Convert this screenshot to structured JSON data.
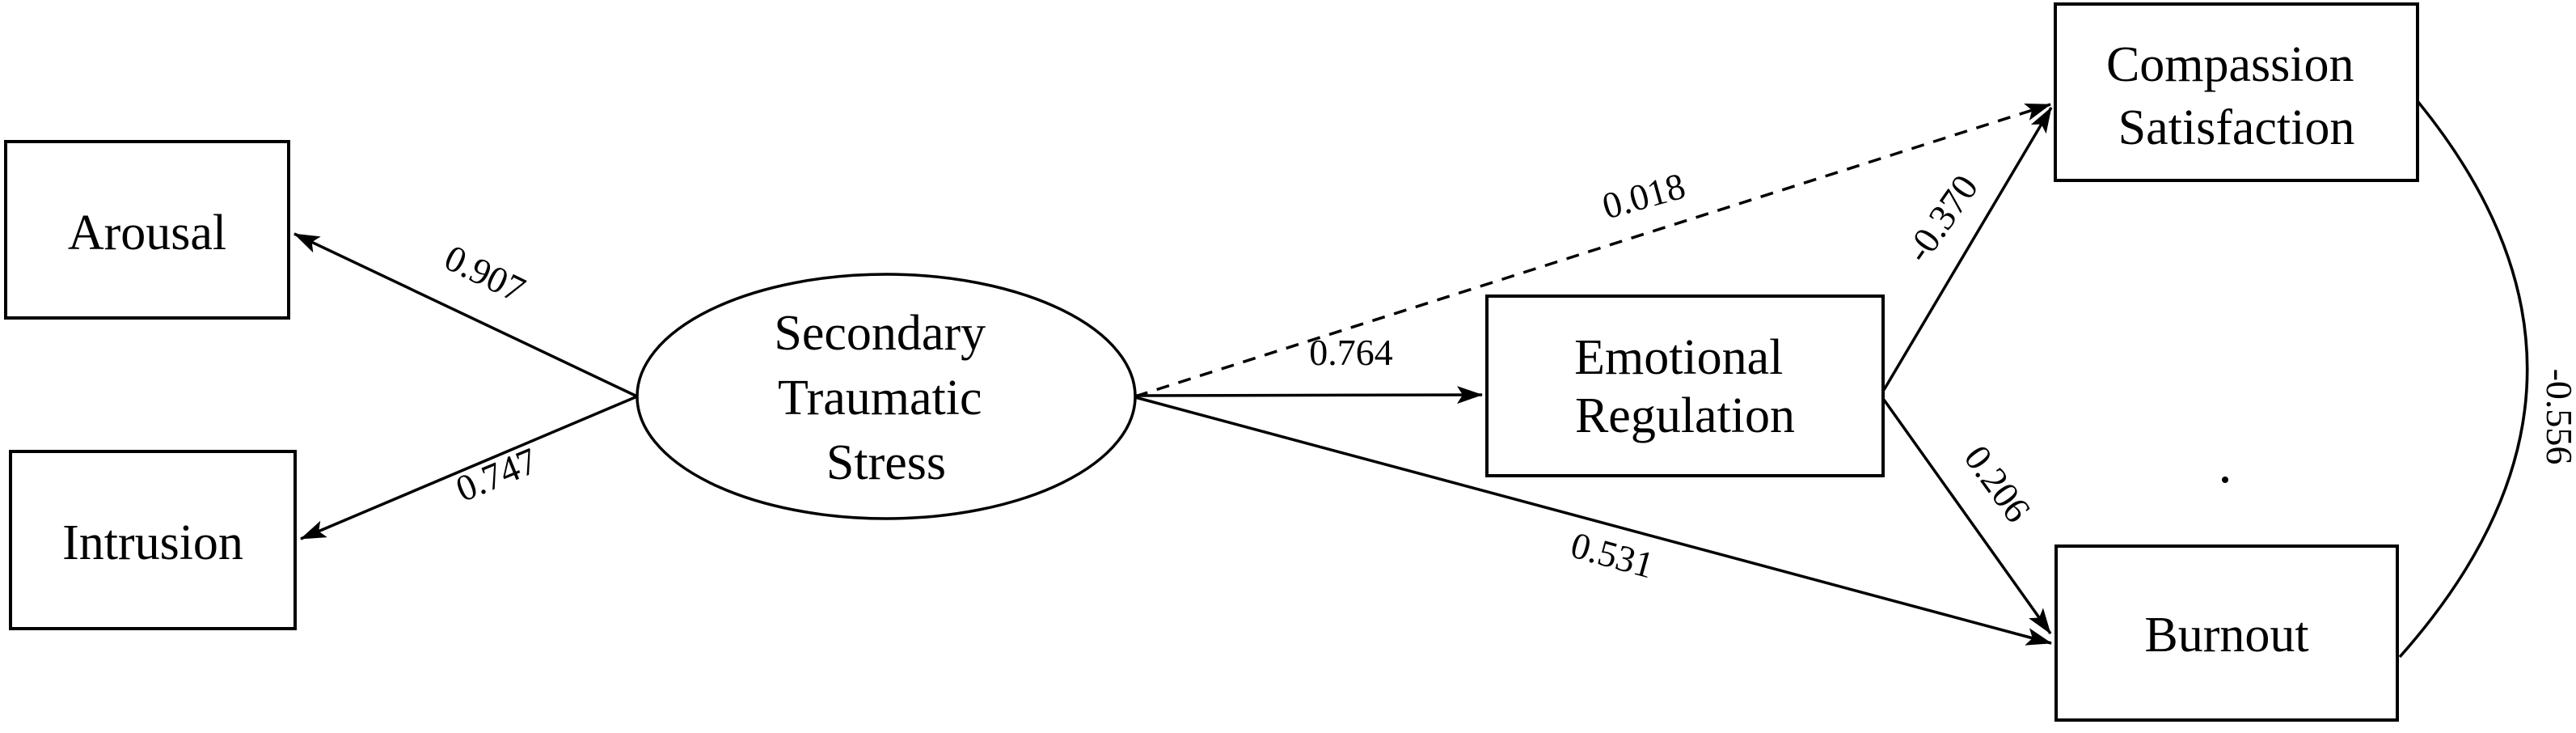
{
  "diagram": {
    "description": "Structural equation model path diagram",
    "background_color": "#ffffff",
    "line_color": "#000000",
    "text_color": "#000000",
    "nodes": {
      "secondary_traumatic_stress": {
        "shape": "ellipse",
        "lines": [
          "Secondary",
          "Traumatic",
          "Stress"
        ]
      },
      "arousal": {
        "shape": "rect",
        "label": "Arousal"
      },
      "intrusion": {
        "shape": "rect",
        "label": "Intrusion"
      },
      "emotional_regulation": {
        "shape": "rect",
        "lines": [
          "Emotional",
          "Regulation"
        ]
      },
      "compassion_satisfaction": {
        "shape": "rect",
        "lines": [
          "Compassion",
          "Satisfaction"
        ]
      },
      "burnout": {
        "shape": "rect",
        "label": "Burnout"
      }
    },
    "edges": [
      {
        "from": "secondary_traumatic_stress",
        "to": "arousal",
        "value": "0.907",
        "style": "solid-arrow"
      },
      {
        "from": "secondary_traumatic_stress",
        "to": "intrusion",
        "value": "0.747",
        "style": "solid-arrow"
      },
      {
        "from": "secondary_traumatic_stress",
        "to": "compassion_satisfaction",
        "value": "0.018",
        "style": "dashed-arrow"
      },
      {
        "from": "secondary_traumatic_stress",
        "to": "emotional_regulation",
        "value": "0.764",
        "style": "solid-arrow"
      },
      {
        "from": "secondary_traumatic_stress",
        "to": "burnout",
        "value": "0.531",
        "style": "solid-arrow"
      },
      {
        "from": "emotional_regulation",
        "to": "compassion_satisfaction",
        "value": "-0.370",
        "style": "solid-arrow"
      },
      {
        "from": "emotional_regulation",
        "to": "burnout",
        "value": "0.206",
        "style": "solid-arrow"
      },
      {
        "from": "compassion_satisfaction",
        "to": "burnout",
        "value": "-0.556",
        "style": "curved-covariance"
      }
    ],
    "artifacts": {
      "stray_dot": "small period mark between Emotional Regulation paths and right curve"
    }
  }
}
